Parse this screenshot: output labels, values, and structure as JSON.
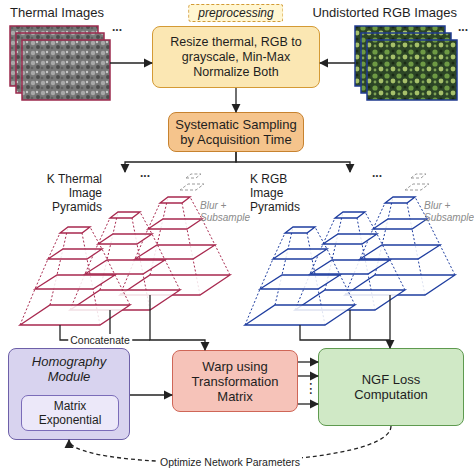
{
  "diagram": {
    "nodes": [
      {
        "text": [
          "Thermal Images"
        ]
      },
      {
        "text": [
          "preprocessing",
          "Resize thermal, RGB to grayscale, Min-Max Normalize Both"
        ]
      },
      {
        "text": [
          "Undistorted RGB Images"
        ]
      },
      {
        "text": [
          "Systematic Sampling by Acquisition Time"
        ]
      },
      {
        "text": [
          "K Thermal Image Pyramids"
        ]
      },
      {
        "text": [
          "K RGB Image Pyramids"
        ]
      },
      {
        "text": [
          "Homography Module"
        ]
      },
      {
        "text": [
          "Matrix Exponential"
        ],
        "in": 6
      },
      {
        "text": [
          "Warp using Transformation Matrix"
        ]
      },
      {
        "text": [
          "NGF Loss Computation"
        ]
      }
    ],
    "edges": [
      {
        "from": 0,
        "to": 1,
        "arrow": "to"
      },
      {
        "from": 2,
        "to": 1,
        "arrow": "to"
      },
      {
        "from": 1,
        "to": 3,
        "arrow": "to"
      },
      {
        "from": 3,
        "to": 4,
        "arrow": "to"
      },
      {
        "from": 3,
        "to": 5,
        "arrow": "to"
      },
      {
        "from": 4,
        "to": 8,
        "label": "Concatenate",
        "arrow": "to"
      },
      {
        "from": 5,
        "to": 9,
        "arrow": "to"
      },
      {
        "from": 6,
        "to": 8,
        "arrow": "to"
      },
      {
        "from": 8,
        "to": 9,
        "arrow": "to"
      },
      {
        "from": 8,
        "to": 9,
        "arrow": "to"
      },
      {
        "from": 8,
        "to": 9,
        "arrow": "to"
      },
      {
        "from": 9,
        "to": 6,
        "label": "Optimize Network Parameters",
        "arrow": "to"
      }
    ],
    "labels": [
      "...",
      "...",
      "...",
      "...",
      "Blur + Subsample",
      "Blur + Subsample",
      "⋮"
    ]
  }
}
